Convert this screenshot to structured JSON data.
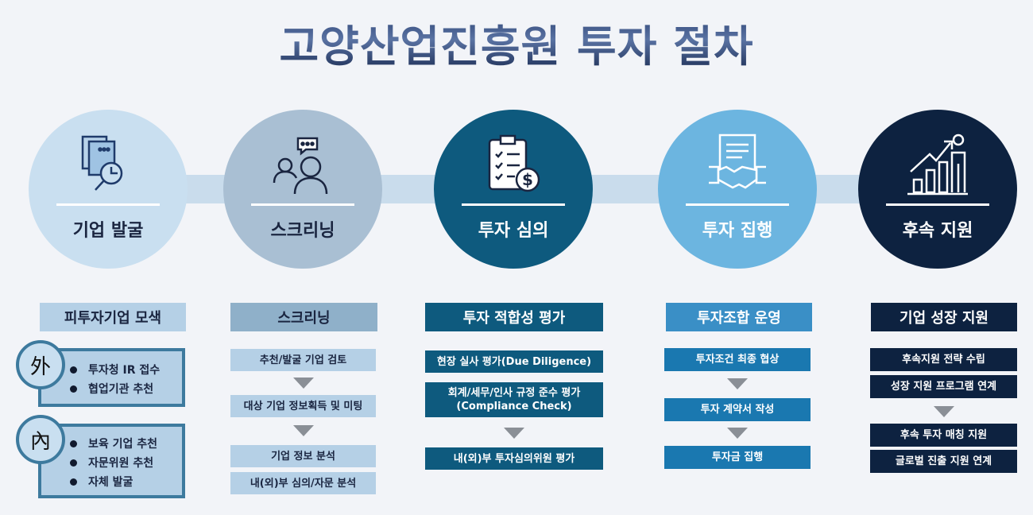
{
  "title": "고양산업진흥원 투자 절차",
  "steps": [
    {
      "label": "기업 발굴",
      "icon": "document-search-icon",
      "color": "#c9dff0"
    },
    {
      "label": "스크리닝",
      "icon": "people-chat-icon",
      "color": "#a9bfd3"
    },
    {
      "label": "투자 심의",
      "icon": "clipboard-dollar-icon",
      "color": "#0e5a7e"
    },
    {
      "label": "투자 집행",
      "icon": "contract-handshake-icon",
      "color": "#6cb5e0"
    },
    {
      "label": "후속 지원",
      "icon": "growth-chart-person-icon",
      "color": "#0d2240"
    }
  ],
  "col1": {
    "header": "피투자기업 모색",
    "external": {
      "mark": "外",
      "items": [
        "투자청 IR 접수",
        "협업기관 추천"
      ]
    },
    "internal": {
      "mark": "內",
      "items": [
        "보육 기업 추천",
        "자문위원 추천",
        "자체 발굴"
      ]
    }
  },
  "col2": {
    "header": "스크리닝",
    "items": [
      "추천/발굴 기업 검토",
      "대상 기업 정보획득 및 미팅",
      "기업 정보 분석",
      "내(외)부 심의/자문 분석"
    ]
  },
  "col3": {
    "header": "투자 적합성 평가",
    "items": [
      "현장 실사 평가(Due Diligence)",
      "회계/세무/인사 규정 준수 평가",
      "(Compliance Check)",
      "내(외)부 투자심의위원 평가"
    ]
  },
  "col4": {
    "header": "투자조합 운영",
    "items": [
      "투자조건 최종 협상",
      "투자 계약서 작성",
      "투자금 집행"
    ]
  },
  "col5": {
    "header": "기업 성장 지원",
    "items": [
      "후속지원 전략 수립",
      "성장 지원 프로그램 연계",
      "후속 투자 매칭 지원",
      "글로벌 진출 지원 연계"
    ]
  }
}
